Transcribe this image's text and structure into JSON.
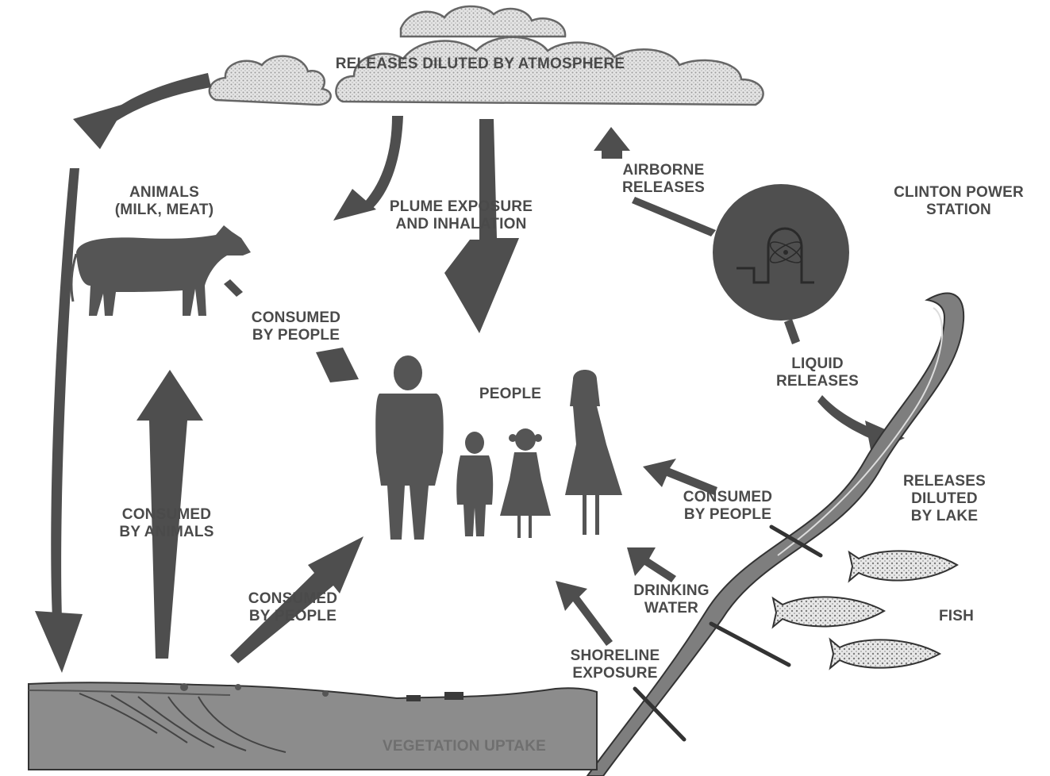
{
  "labels": {
    "atmosphere": "RELEASES DILUTED BY ATMOSPHERE",
    "animals": "ANIMALS\n(MILK, MEAT)",
    "plume": "PLUME EXPOSURE\nAND INHALATION",
    "airborne": "AIRBORNE\nRELEASES",
    "station": "CLINTON POWER\nSTATION",
    "consumed_people_animals": "CONSUMED\nBY PEOPLE",
    "people": "PEOPLE",
    "liquid": "LIQUID\nRELEASES",
    "lake": "RELEASES\nDILUTED\nBY LAKE",
    "consumed_people_fish": "CONSUMED\nBY PEOPLE",
    "consumed_animals": "CONSUMED\nBY ANIMALS",
    "consumed_people_veg": "CONSUMED\nBY PEOPLE",
    "drinking": "DRINKING\nWATER",
    "fish": "FISH",
    "shoreline": "SHORELINE\nEXPOSURE",
    "vegetation": "VEGETATION UPTAKE"
  },
  "colors": {
    "ink": "#4a4a4a",
    "arrow": "#4e4e4e",
    "land": "#8c8c8c",
    "water": "#7e7e7e",
    "cloud_fill": "#d2d2d2",
    "station": "#555555"
  },
  "icons": [
    "cloud-icon",
    "cow-icon",
    "nuclear-station-icon",
    "fish-icon",
    "man-icon",
    "woman-icon",
    "boy-icon",
    "girl-icon",
    "farmland-icon",
    "river-icon"
  ]
}
